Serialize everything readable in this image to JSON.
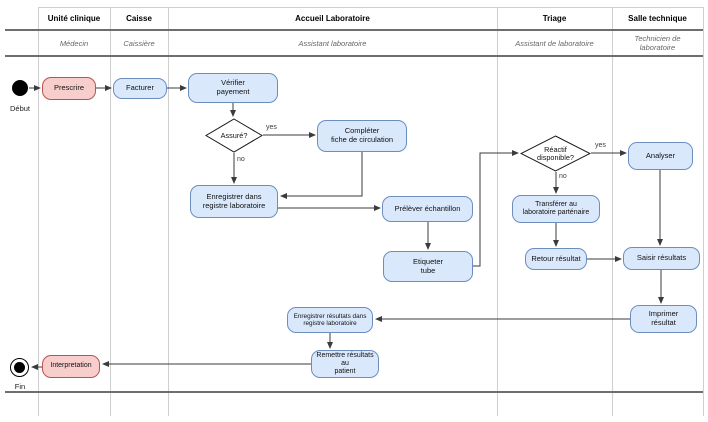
{
  "lanes": [
    {
      "title": "Unité clinique",
      "role": "Médecin"
    },
    {
      "title": "Caisse",
      "role": "Caissière"
    },
    {
      "title": "Accueil Laboratoire",
      "role": "Assistant laboratoire"
    },
    {
      "title": "Triage",
      "role": "Assistant de laboratoire"
    },
    {
      "title": "Salle technique",
      "role": "Technicien de\nlaboratoire"
    }
  ],
  "nodes": {
    "start_label": "Début",
    "end_label": "Fin",
    "prescrire": "Prescrire",
    "facturer": "Facturer",
    "verifier_payement": "Vérifier\npayement",
    "assure": "Assuré?",
    "completer_fiche": "Compléter\nfiche de circulation",
    "enregistrer_registre": "Enregistrer dans\nregistre laboratoire",
    "prelever": "Prélèver échantillon",
    "etiqueter": "Etiqueter\ntube",
    "reactif": "Réactif\ndisponible?",
    "transferer": "Transférer au\nlaboratoire parténaire",
    "retour": "Retour résultat",
    "analyser": "Analyser",
    "saisir": "Saisir résultats",
    "imprimer": "Imprimer\nrésultat",
    "enregistrer_resultats": "Enregistrer résultats dans\nregistre laboratoire",
    "remettre": "Remettre résultats au\npatient",
    "interpretation": "Interpretation"
  },
  "edge_labels": {
    "assure_yes": "yes",
    "assure_no": "no",
    "reactif_yes": "yes",
    "reactif_no": "no"
  },
  "colors": {
    "node_blue_fill": "#dae8fc",
    "node_blue_stroke": "#6c8ebf",
    "node_pink_fill": "#f8cecc",
    "node_pink_stroke": "#b85450",
    "lane_line": "#cfcfcf",
    "lane_divider_dark": "#6e6e6e",
    "connector": "#3b3b3b"
  }
}
